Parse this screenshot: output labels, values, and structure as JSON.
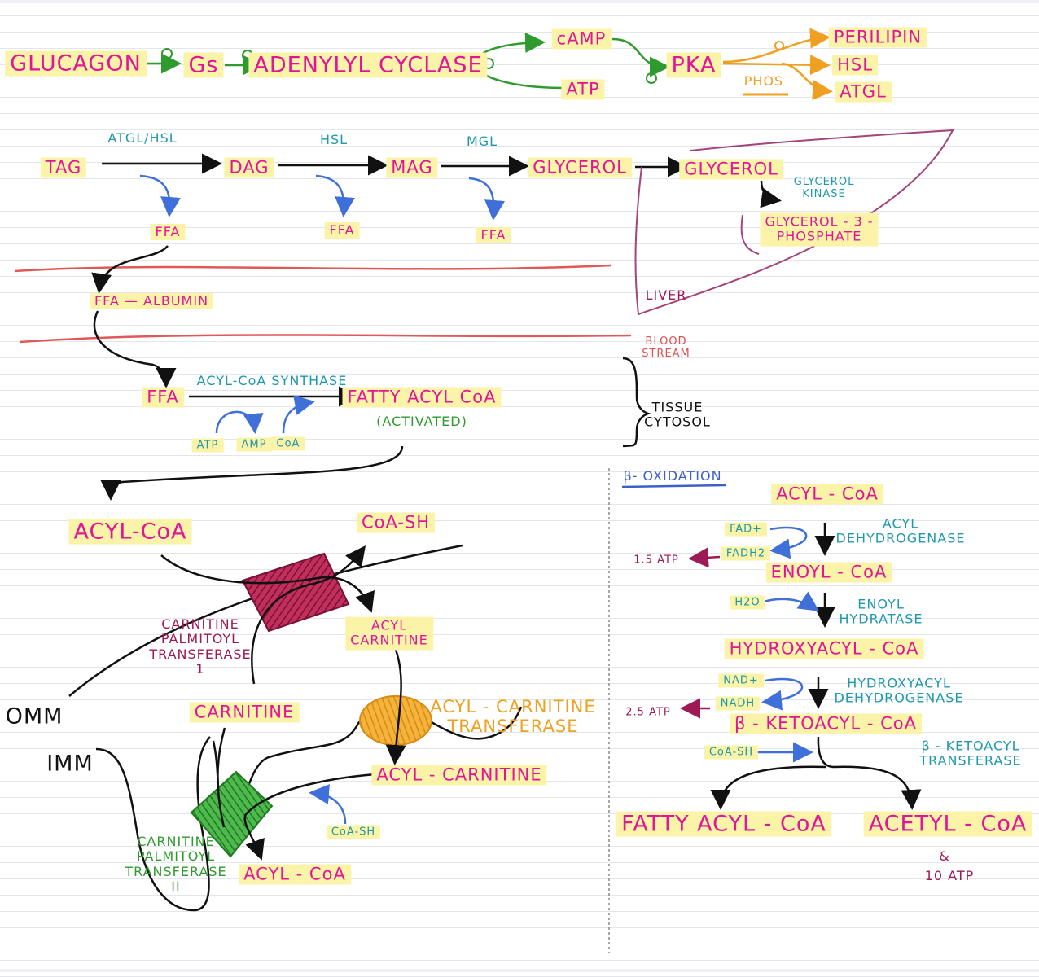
{
  "signaling": {
    "glucagon": "GLUCAGON",
    "gs": "Gs",
    "adenylyl_cyclase": "ADENYLYL CYCLASE",
    "camp": "cAMP",
    "atp": "ATP",
    "pka": "PKA",
    "phos": "PHOS",
    "perilipin": "PERILIPIN",
    "hsl": "HSL",
    "atgl": "ATGL"
  },
  "lipolysis": {
    "tag": "TAG",
    "dag": "DAG",
    "mag": "MAG",
    "glycerol": "GLYCEROL",
    "enzyme1": "ATGL/HSL",
    "enzyme2": "HSL",
    "enzyme3": "MGL",
    "ffa": "FFA"
  },
  "liver": {
    "glycerol": "GLYCEROL",
    "glycerol_kinase": "GLYCEROL\nKINASE",
    "g3p": "GLYCEROL - 3 -\nPHOSPHATE",
    "label": "LIVER"
  },
  "transport": {
    "ffa_albumin": "FFA — ALBUMIN",
    "blood_stream": "BLOOD\nSTREAM",
    "ffa": "FFA",
    "synthase": "ACYL-CoA SYNTHASE",
    "fatty_acyl_coa": "FATTY ACYL CoA",
    "activated": "(ACTIVATED)",
    "atp": "ATP",
    "amp": "AMP",
    "coa": "CoA",
    "tissue_cytosol": "TISSUE\nCYTOSOL"
  },
  "mitochondria": {
    "acyl_coa_top": "ACYL-CoA",
    "coa_sh_top": "CoA-SH",
    "cpt1": "CARNITINE\nPALMITOYL\nTRANSFERASE\n1",
    "acyl_carnitine_1": "ACYL\nCARNITINE",
    "omm": "OMM",
    "carnitine": "CARNITINE",
    "translocase": "ACYL - CARNITINE\nTRANSFERASE",
    "imm": "IMM",
    "acyl_carnitine_2": "ACYL - CARNITINE",
    "cpt2": "CARNITINE\nPALMITOYL\nTRANSFERASE\nII",
    "coa_sh_bottom": "CoA-SH",
    "acyl_coa_bottom": "ACYL - CoA"
  },
  "beta_oxidation": {
    "title": "β- OXIDATION",
    "acyl_coa": "ACYL - CoA",
    "fad": "FAD+",
    "fadh2": "FADH2",
    "atp_15": "1.5 ATP",
    "acyl_dehydrogenase": "ACYL\nDEHYDROGENASE",
    "enoyl_coa": "ENOYL - CoA",
    "h2o": "H2O",
    "enoyl_hydratase": "ENOYL\nHYDRATASE",
    "hydroxyacyl_coa": "HYDROXYACYL - CoA",
    "nad": "NAD+",
    "nadh": "NADH",
    "atp_25": "2.5 ATP",
    "hydroxyacyl_dehydrogenase": "HYDROXYACYL\nDEHYDROGENASE",
    "ketoacyl_coa": "β - KETOACYL - CoA",
    "coa_sh": "CoA-SH",
    "thiolase": "β - KETOACYL\nTRANSFERASE",
    "fatty_acyl_coa": "FATTY ACYL - CoA",
    "acetyl_coa": "ACETYL - CoA",
    "amp": "&",
    "atp_10": "10 ATP"
  },
  "colors": {
    "metabolite": "#e2159a",
    "enzyme": "#1e98ac",
    "highlight": "#fbf3a7",
    "signal": "#2f9b2f",
    "phosphorylation": "#f0a020"
  }
}
